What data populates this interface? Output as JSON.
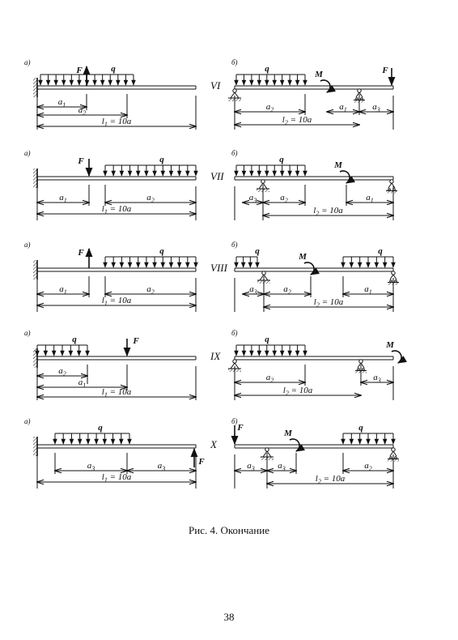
{
  "caption": "Рис. 4. Окончание",
  "page_number": "38",
  "rows": [
    {
      "roman": "VI",
      "left": {
        "tag": "а)",
        "labels": {
          "F": "F",
          "q": "q",
          "a1": "a1",
          "a2": "a2",
          "l": "l1 = 10a"
        }
      },
      "right": {
        "tag": "б)",
        "labels": {
          "q": "q",
          "M": "M",
          "F": "F",
          "a2": "a2",
          "a1": "a1",
          "a3": "a3",
          "l": "l2 = 10a"
        }
      }
    },
    {
      "roman": "VII",
      "left": {
        "tag": "а)",
        "labels": {
          "F": "F",
          "q": "q",
          "a1": "a1",
          "a2": "a2",
          "l": "l1 = 10a"
        }
      },
      "right": {
        "tag": "б)",
        "labels": {
          "q": "q",
          "M": "M",
          "a3": "a3",
          "a2": "a2",
          "a1": "a1",
          "l": "l2 = 10a"
        }
      }
    },
    {
      "roman": "VIII",
      "left": {
        "tag": "а)",
        "labels": {
          "F": "F",
          "q": "q",
          "a1": "a1",
          "a2": "a2",
          "l": "l1 = 10a"
        }
      },
      "right": {
        "tag": "б)",
        "labels": {
          "q": "q",
          "M": "M",
          "q2": "q",
          "a3": "a3",
          "a2": "a2",
          "a1": "a1",
          "l": "l2 = 10a"
        }
      }
    },
    {
      "roman": "IX",
      "left": {
        "tag": "а)",
        "labels": {
          "q": "q",
          "F": "F",
          "a2": "a2",
          "a1": "a1",
          "l": "l1 = 10a"
        }
      },
      "right": {
        "tag": "б)",
        "labels": {
          "q": "q",
          "M": "M",
          "a2": "a2",
          "a3": "a3",
          "l": "l2 = 10a"
        }
      }
    },
    {
      "roman": "X",
      "left": {
        "tag": "а)",
        "labels": {
          "q": "q",
          "F": "F",
          "a3": "a3",
          "a3b": "a3",
          "l": "l1 = 10a"
        }
      },
      "right": {
        "tag": "б)",
        "labels": {
          "F": "F",
          "M": "M",
          "q": "q",
          "a3": "a3",
          "a3b": "a3",
          "a2": "a2",
          "l": "l2 = 10a"
        }
      }
    }
  ]
}
